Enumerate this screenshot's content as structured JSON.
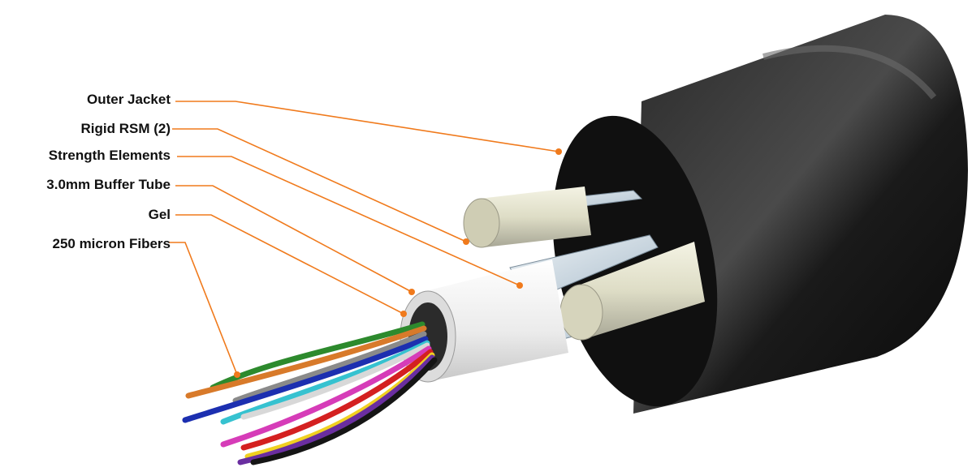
{
  "callouts": {
    "outer_jacket": "Outer Jacket",
    "rigid_rsm": "Rigid RSM (2)",
    "strength_elements": "Strength Elements",
    "buffer_tube": "3.0mm Buffer Tube",
    "gel": "Gel",
    "fibers": "250 micron Fibers"
  },
  "colors": {
    "leader": "#f07a1c",
    "jacket": "#141414",
    "rsm": "#deddc6",
    "buffer_tube": "#f2f2f2",
    "strength": "#c9d5de",
    "fibers": [
      "#2d8a2d",
      "#d87a2a",
      "#8a8a8a",
      "#1c2fb0",
      "#36c2d0",
      "#d8d8d8",
      "#d63cb8",
      "#d42020",
      "#f0d020",
      "#6a2ea0",
      "#151515"
    ]
  }
}
